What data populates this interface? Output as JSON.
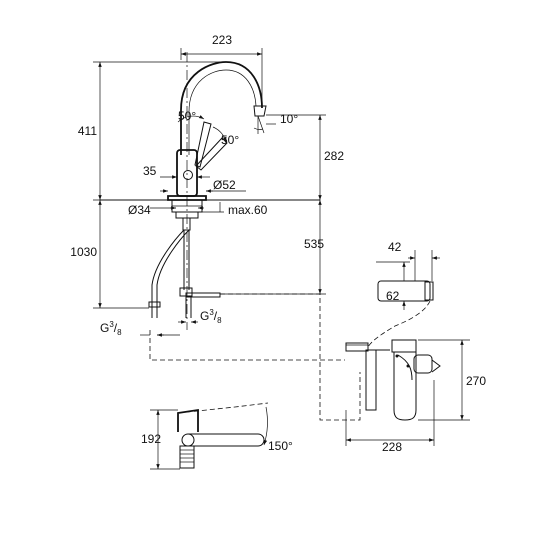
{
  "dimensions": {
    "spout_reach": "223",
    "total_height_above_deck": "411",
    "spout_height": "282",
    "angle_spout_back": "50°",
    "angle_lever": "50°",
    "angle_outlet": "10°",
    "lever_offset": "35",
    "base_diameter": "Ø52",
    "hole_diameter": "Ø34",
    "max_deck_thickness": "max.60",
    "hose_length": "1030",
    "below_deck_height": "535",
    "box_width": "42",
    "box_depth": "62",
    "filter_width": "228",
    "filter_height": "270",
    "swivel_depth": "192",
    "swivel_angle": "150°"
  },
  "connections": {
    "left": {
      "prefix": "G",
      "num": "3",
      "den": "8"
    },
    "right": {
      "prefix": "G",
      "num": "3",
      "den": "8"
    }
  }
}
